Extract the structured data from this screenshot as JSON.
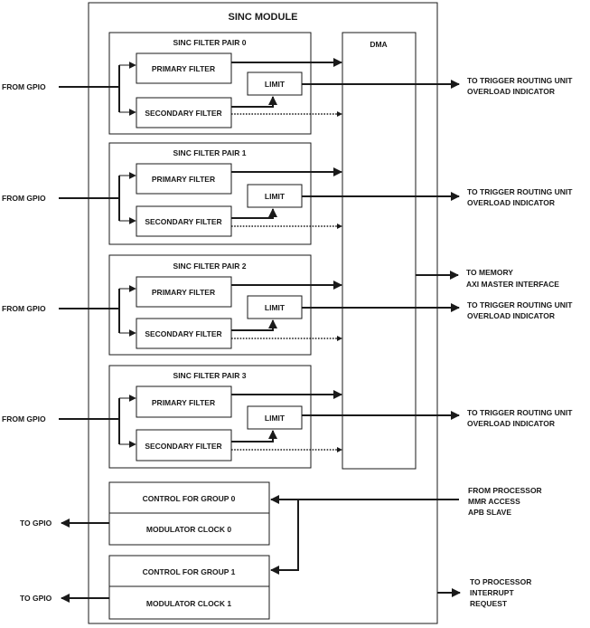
{
  "module": {
    "title": "SINC MODULE"
  },
  "dma": {
    "label": "DMA"
  },
  "pairs": [
    {
      "title": "SINC FILTER PAIR 0",
      "primary": "PRIMARY FILTER",
      "secondary": "SECONDARY FILTER",
      "limit": "LIMIT",
      "input": "FROM GPIO",
      "output_line1": "TO TRIGGER ROUTING UNIT",
      "output_line2": "OVERLOAD INDICATOR"
    },
    {
      "title": "SINC FILTER PAIR 1",
      "primary": "PRIMARY FILTER",
      "secondary": "SECONDARY FILTER",
      "limit": "LIMIT",
      "input": "FROM GPIO",
      "output_line1": "TO TRIGGER ROUTING UNIT",
      "output_line2": "OVERLOAD INDICATOR"
    },
    {
      "title": "SINC FILTER PAIR 2",
      "primary": "PRIMARY FILTER",
      "secondary": "SECONDARY FILTER",
      "limit": "LIMIT",
      "input": "FROM GPIO",
      "output_line1": "TO TRIGGER ROUTING UNIT",
      "output_line2": "OVERLOAD INDICATOR"
    },
    {
      "title": "SINC FILTER PAIR 3",
      "primary": "PRIMARY FILTER",
      "secondary": "SECONDARY FILTER",
      "limit": "LIMIT",
      "input": "FROM GPIO",
      "output_line1": "TO TRIGGER ROUTING UNIT",
      "output_line2": "OVERLOAD INDICATOR"
    }
  ],
  "memory_output": {
    "line1": "TO MEMORY",
    "line2": "AXI MASTER INTERFACE"
  },
  "groups": [
    {
      "control": "CONTROL FOR GROUP 0",
      "clock": "MODULATOR CLOCK 0",
      "output": "TO GPIO"
    },
    {
      "control": "CONTROL FOR GROUP 1",
      "clock": "MODULATOR CLOCK 1",
      "output": "TO GPIO"
    }
  ],
  "processor_input": {
    "line1": "FROM PROCESSOR",
    "line2": "MMR ACCESS",
    "line3": "APB SLAVE"
  },
  "interrupt_output": {
    "line1": "TO PROCESSOR",
    "line2": "INTERRUPT",
    "line3": "REQUEST"
  }
}
